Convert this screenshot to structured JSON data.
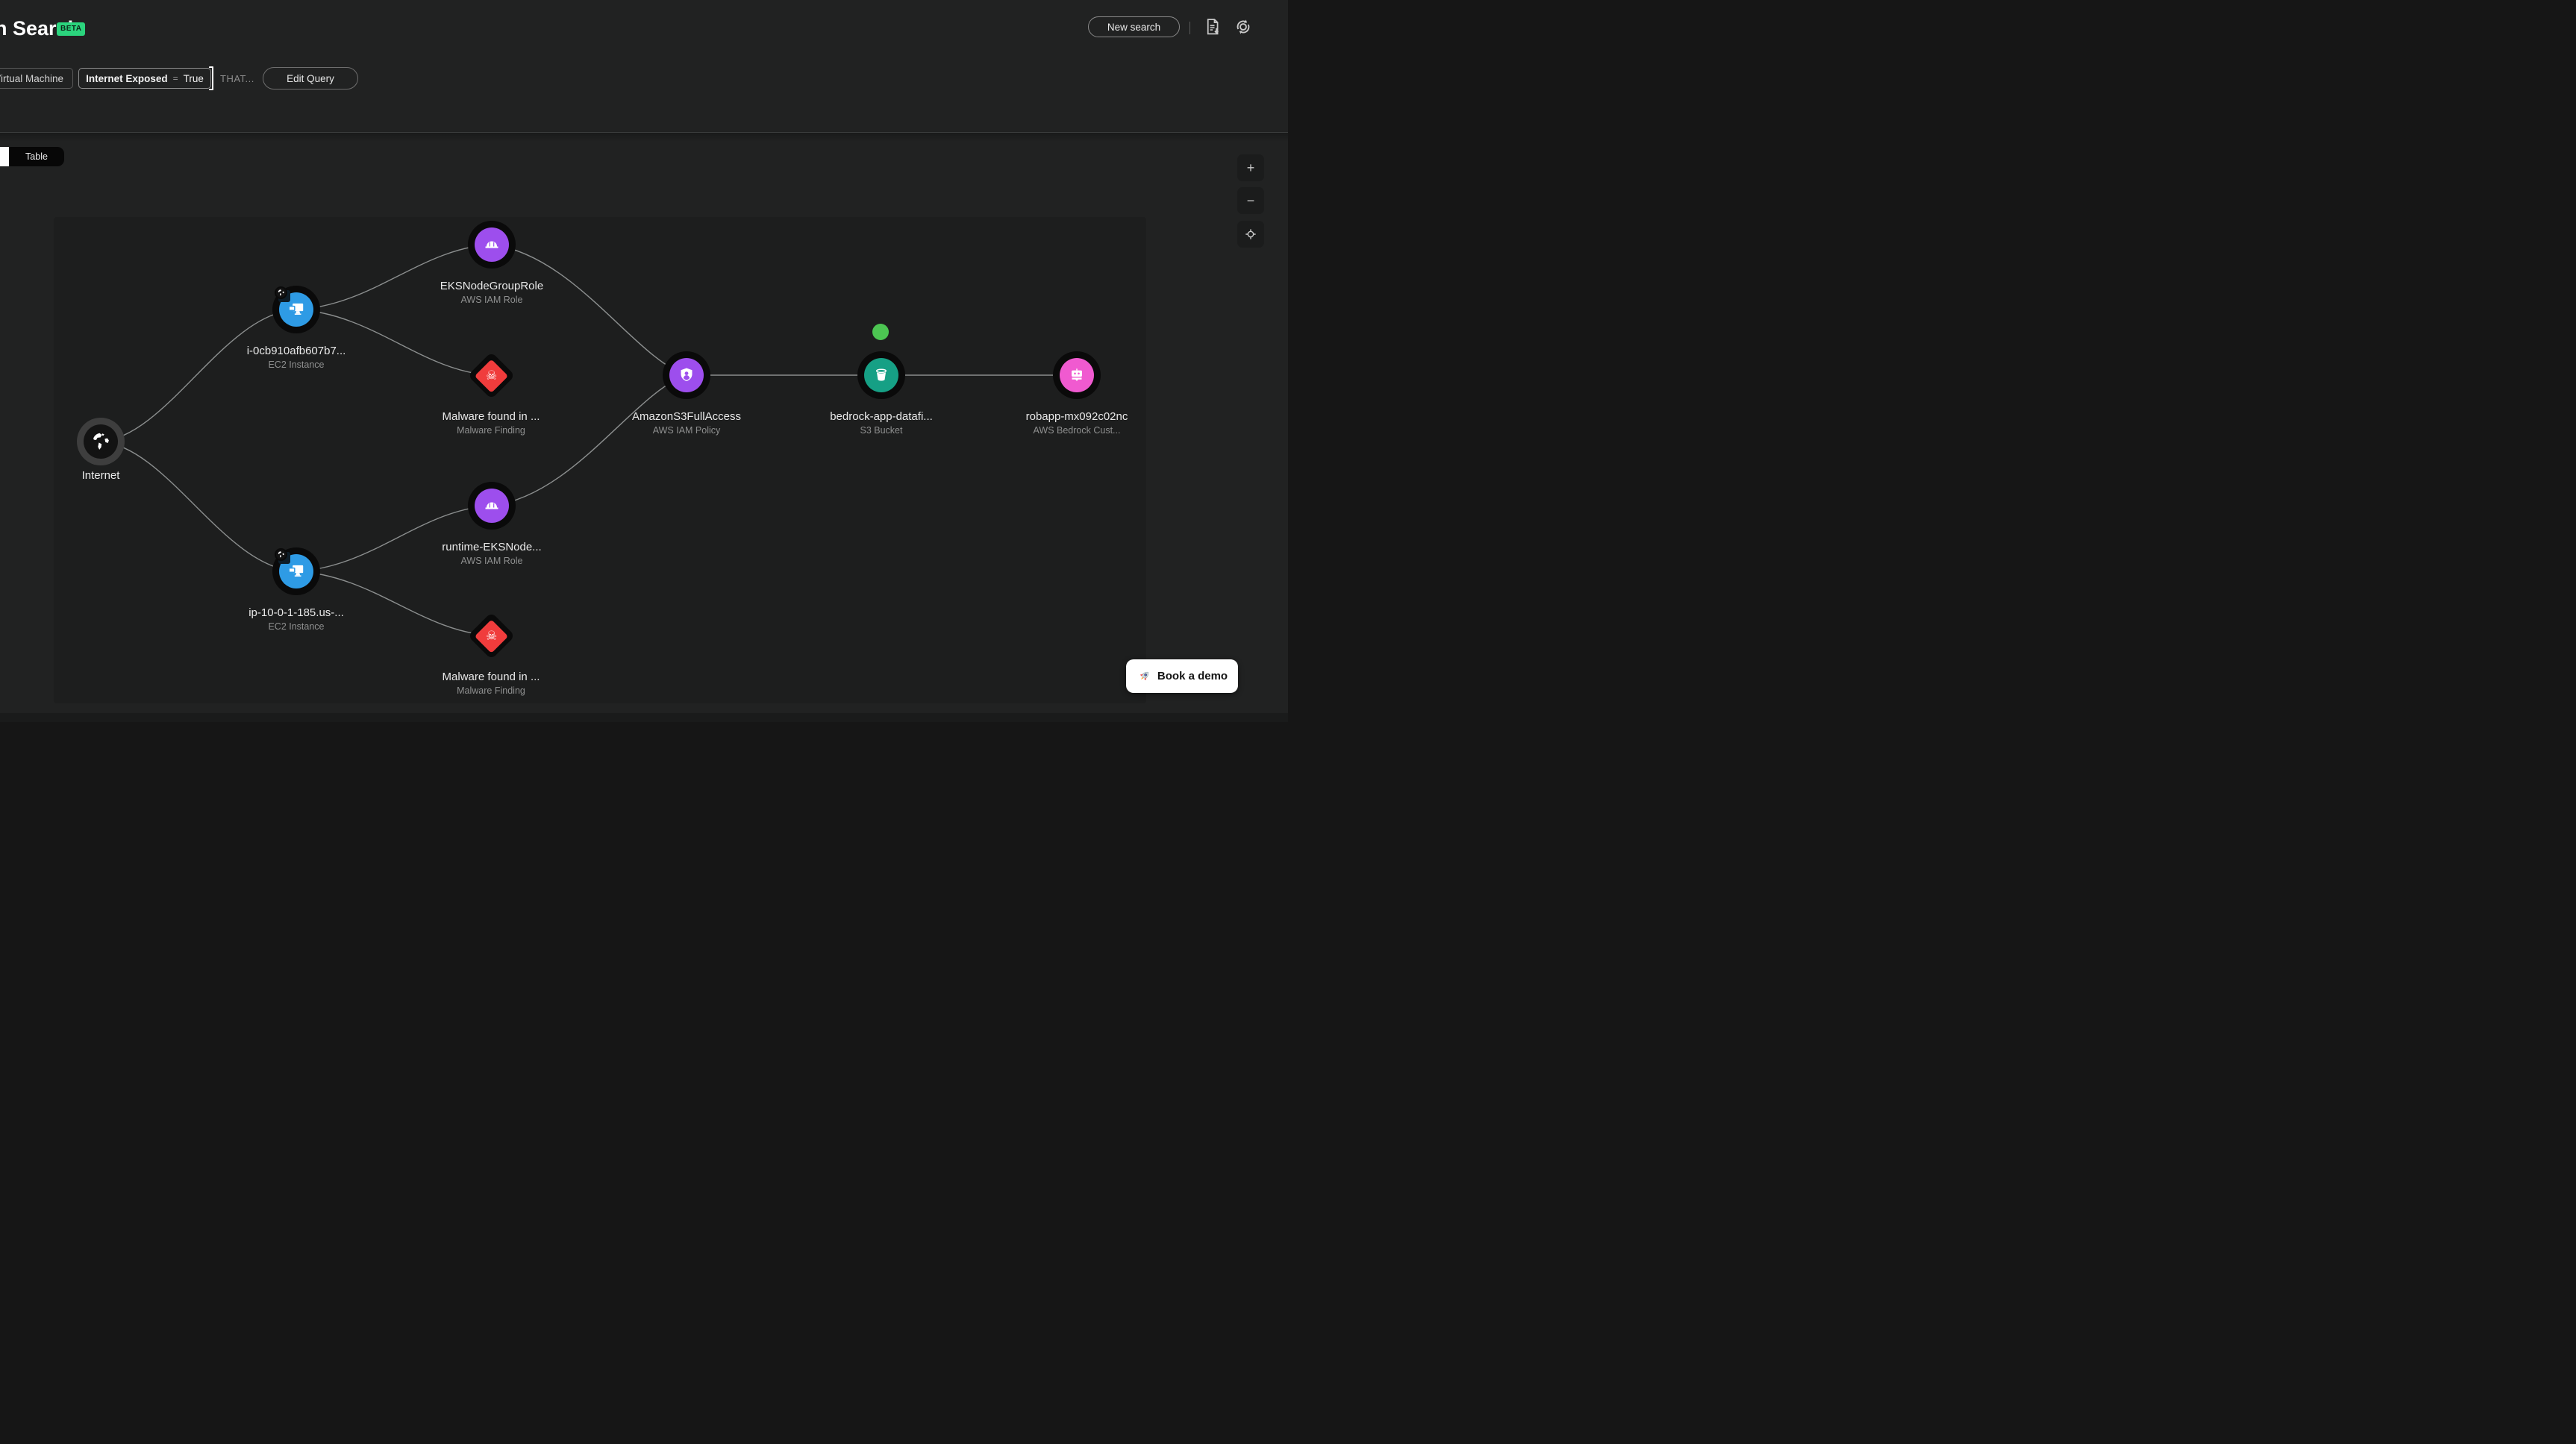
{
  "header": {
    "title": "Graph Search",
    "beta_badge": "BETA",
    "new_search_button": "New search"
  },
  "query_bar": {
    "chip_resource": "Virtual Machine",
    "chip_filter": {
      "field": "Internet Exposed",
      "operator": "=",
      "value": "True"
    },
    "that_text": "THAT...",
    "edit_query_button": "Edit Query"
  },
  "view_toggle": {
    "table_label": "Table"
  },
  "zoom_controls": {
    "zoom_in": "+",
    "zoom_out": "−"
  },
  "cta": {
    "book_demo": "Book a demo"
  },
  "graph": {
    "nodes": [
      {
        "id": "internet",
        "label": "Internet",
        "sublabel": ""
      },
      {
        "id": "ec2-1",
        "label": "i-0cb910afb607b7...",
        "sublabel": "EC2 Instance"
      },
      {
        "id": "iam-role-1",
        "label": "EKSNodeGroupRole",
        "sublabel": "AWS IAM Role"
      },
      {
        "id": "malware-1",
        "label": "Malware found in ...",
        "sublabel": "Malware Finding"
      },
      {
        "id": "iam-policy",
        "label": "AmazonS3FullAccess",
        "sublabel": "AWS IAM Policy"
      },
      {
        "id": "s3-bucket",
        "label": "bedrock-app-datafi...",
        "sublabel": "S3 Bucket"
      },
      {
        "id": "bedrock",
        "label": "robapp-mx092c02nc",
        "sublabel": "AWS Bedrock Cust..."
      },
      {
        "id": "iam-role-2",
        "label": "runtime-EKSNode...",
        "sublabel": "AWS IAM Role"
      },
      {
        "id": "ec2-2",
        "label": "ip-10-0-1-185.us-...",
        "sublabel": "EC2 Instance"
      },
      {
        "id": "malware-2",
        "label": "Malware found in ...",
        "sublabel": "Malware Finding"
      }
    ],
    "edges": [
      [
        "internet",
        "ec2-1"
      ],
      [
        "internet",
        "ec2-2"
      ],
      [
        "ec2-1",
        "iam-role-1"
      ],
      [
        "ec2-1",
        "malware-1"
      ],
      [
        "iam-role-1",
        "iam-policy"
      ],
      [
        "iam-role-2",
        "iam-policy"
      ],
      [
        "ec2-2",
        "iam-role-2"
      ],
      [
        "ec2-2",
        "malware-2"
      ],
      [
        "iam-policy",
        "s3-bucket"
      ],
      [
        "s3-bucket",
        "bedrock"
      ]
    ],
    "status_dot": {
      "node": "s3-bucket",
      "color": "#4cc552"
    }
  },
  "colors": {
    "beta_green": "#2bd47d",
    "ec2_blue": "#2e9be5",
    "iam_purple": "#9d4eed",
    "malware_red": "#f03c3c",
    "s3_teal": "#16a085",
    "bedrock_pink": "#f05ad0",
    "background": "#212222",
    "panel": "#1d1e1e"
  },
  "icons": {
    "skull": "☠"
  }
}
